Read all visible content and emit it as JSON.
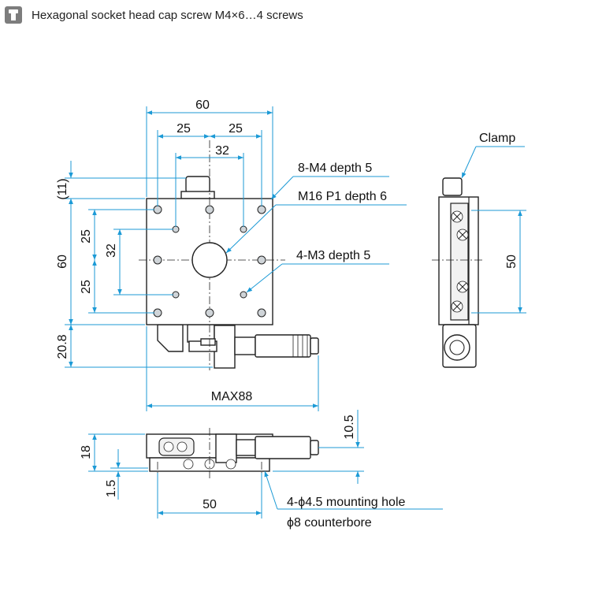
{
  "header": {
    "icon": "socket-screw-icon",
    "text": "Hexagonal socket head cap screw M4×6…4 screws"
  },
  "colors": {
    "dimension": "#1c9ad6",
    "outline": "#222222",
    "header_icon": "#7d7d7d"
  },
  "top_view": {
    "dims": {
      "overall_width": "60",
      "hole_left": "25",
      "hole_right": "25",
      "inner_spacing": "32",
      "offset_top": "(11)",
      "overall_height": "60",
      "vert_upper": "25",
      "vert_inner": "32",
      "vert_lower": "25",
      "bottom_extent": "20.8",
      "max_length": "MAX88"
    },
    "callouts": {
      "m4_holes": "8-M4 depth 5",
      "center_hole": "M16 P1 depth 6",
      "m3_holes": "4-M3 depth 5"
    }
  },
  "side_view": {
    "clamp_label": "Clamp",
    "height_dim": "50"
  },
  "front_view": {
    "dims": {
      "height": "18",
      "top_extent": "10.5",
      "base_thickness": "1.5",
      "hole_spacing": "50"
    },
    "callouts": {
      "mounting_hole": "4-ϕ4.5 mounting hole",
      "counterbore": "ϕ8 counterbore"
    }
  }
}
